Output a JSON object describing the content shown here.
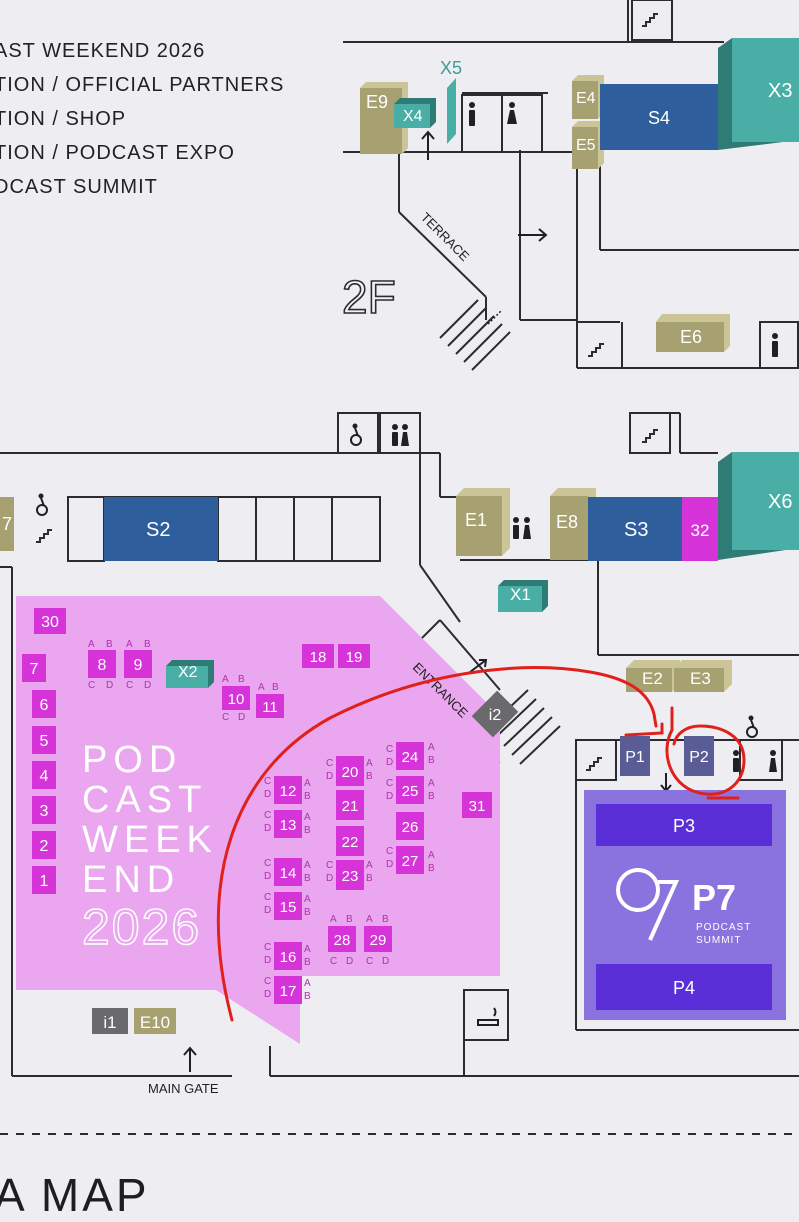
{
  "legend": {
    "items": [
      "AST WEEKEND 2026",
      "TION / OFFICIAL PARTNERS",
      "TION / SHOP",
      "TION / PODCAST EXPO",
      "DCAST SUMMIT"
    ]
  },
  "labels": {
    "floor2": "2F",
    "terrace": "TERRACE",
    "entrance": "ENTRANCE",
    "main_gate": "MAIN GATE",
    "heading_fragment": "A MAP",
    "podcast_weekend": [
      "POD",
      "CAST",
      "WEEK",
      "END"
    ],
    "year": "2026",
    "p7_title": "P7",
    "p7_sub": [
      "PODCAST",
      "SUMMIT"
    ]
  },
  "booths": {
    "e1": "E1",
    "e2": "E2",
    "e3": "E3",
    "e4": "E4",
    "e5": "E5",
    "e6": "E6",
    "e8": "E8",
    "e9": "E9",
    "e10": "E10",
    "e7_partial": "7",
    "s2": "S2",
    "s3": "S3",
    "s4": "S4",
    "x1": "X1",
    "x2": "X2",
    "x3": "X3",
    "x4": "X4",
    "x5": "X5",
    "x6": "X6",
    "i1": "i1",
    "i2": "i2",
    "p1": "P1",
    "p2": "P2",
    "p3": "P3",
    "p4": "P4",
    "n1": "1",
    "n2": "2",
    "n3": "3",
    "n4": "4",
    "n5": "5",
    "n6": "6",
    "n7": "7",
    "n8": "8",
    "n9": "9",
    "n10": "10",
    "n11": "11",
    "n12": "12",
    "n13": "13",
    "n14": "14",
    "n15": "15",
    "n16": "16",
    "n17": "17",
    "n18": "18",
    "n19": "19",
    "n20": "20",
    "n21": "21",
    "n22": "22",
    "n23": "23",
    "n24": "24",
    "n25": "25",
    "n26": "26",
    "n27": "27",
    "n28": "28",
    "n29": "29",
    "n30": "30",
    "n31": "31",
    "n32": "32"
  },
  "subs": {
    "a": "A",
    "b": "B",
    "c": "C",
    "d": "D"
  },
  "colors": {
    "magenta": "#d633d9",
    "pink_zone": "#eaa6ee",
    "gold": "#a7a071",
    "blue": "#2e5e9c",
    "teal": "#49aea6",
    "grey": "#6a6a6d",
    "purple": "#8a72df",
    "violet": "#5a2fd8",
    "slate": "#5a5d95",
    "annotation_red": "#e0211b"
  },
  "icons": [
    "restroom-icon",
    "wheelchair-icon",
    "stairs-icon",
    "smoking-icon",
    "arrow-icon"
  ]
}
